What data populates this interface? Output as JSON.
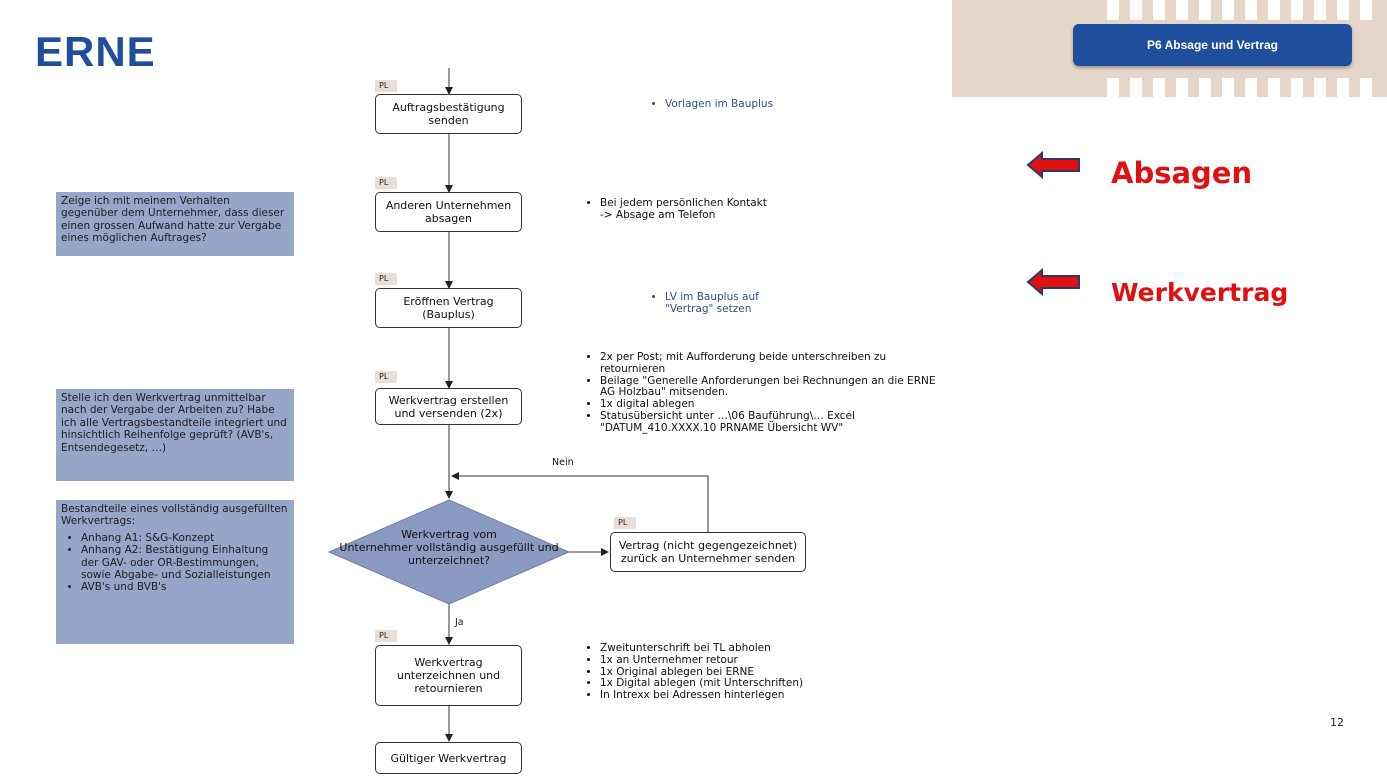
{
  "logo": "ERNE",
  "header": {
    "title": "P6  Absage und Vertrag"
  },
  "callouts": {
    "absagen": "Absagen",
    "werkvertrag": "Werkvertrag"
  },
  "page_number": "12",
  "pl_tag": "PL",
  "flow": {
    "auftrag": [
      "Auftragsbestätigung",
      "senden"
    ],
    "absagen": [
      "Anderen Unternehmen",
      "absagen"
    ],
    "eroeffnen": [
      "Eröffnen Vertrag",
      "(Bauplus)"
    ],
    "erstellen": [
      "Werkvertrag erstellen",
      "und versenden (2x)"
    ],
    "decision": [
      "Werkvertrag vom",
      "Unternehmer vollständig ausgefüllt und",
      "unterzeichnet?"
    ],
    "zurueck": [
      "Vertrag (nicht gegengezeichnet)",
      "zurück an Unternehmer senden"
    ],
    "unterzeichnen": [
      "Werkvertrag",
      "unterzeichnen und",
      "retournieren"
    ],
    "gueltig": "Gültiger Werkvertrag",
    "nein": "Nein",
    "ja": "Ja"
  },
  "info": {
    "vorlagen": "Vorlagen im Bauplus",
    "kontakt": [
      "Bei jedem persönlichen Kontakt",
      "-> Absage am Telefon"
    ],
    "lv": [
      "LV im Bauplus auf",
      "\"Vertrag\" setzen"
    ],
    "versand": [
      "2x per Post; mit Aufforderung beide unterschreiben zu retournieren",
      "Beilage \"Generelle Anforderungen bei Rechnungen an die ERNE AG Holzbau\" mitsenden.",
      "1x digital ablegen",
      "Statusübersicht unter …\\06 Bauführung\\… Excel \"DATUM_410.XXXX.10 PRNAME Übersicht WV\""
    ],
    "abschluss": [
      "Zweitunterschrift bei TL abholen",
      "1x an Unternehmer retour",
      "1x Original ablegen bei ERNE",
      "1x Digital ablegen (mit Unterschriften)",
      "In Intrexx bei Adressen hinterlegen"
    ]
  },
  "notes": {
    "verhalten": "Zeige ich mit meinem Verhalten gegenüber dem Unternehmer, dass dieser einen grossen Aufwand hatte zur Vergabe eines möglichen Auftrages?",
    "zustellen": "Stelle ich den Werkvertrag unmittelbar nach der Vergabe der Arbeiten zu? Habe ich alle Vertragsbestandteile integriert und hinsichtlich Reihenfolge geprüft? (AVB's, Entsendegesetz, …)",
    "bestandteile_title": "Bestandteile eines vollständig ausgefüllten Werkvertrags:",
    "bestandteile": [
      "Anhang A1: S&G-Konzept",
      "Anhang A2: Bestätigung Einhaltung der GAV- oder OR-Bestimmungen, sowie Abgabe- und Sozialleistungen",
      "AVB's und BVB's"
    ]
  },
  "colors": {
    "brand_blue": "#1f4f9c",
    "note_fill": "#95a6c9",
    "callout_red": "#e01010",
    "decision_fill": "#8a9ac0"
  }
}
